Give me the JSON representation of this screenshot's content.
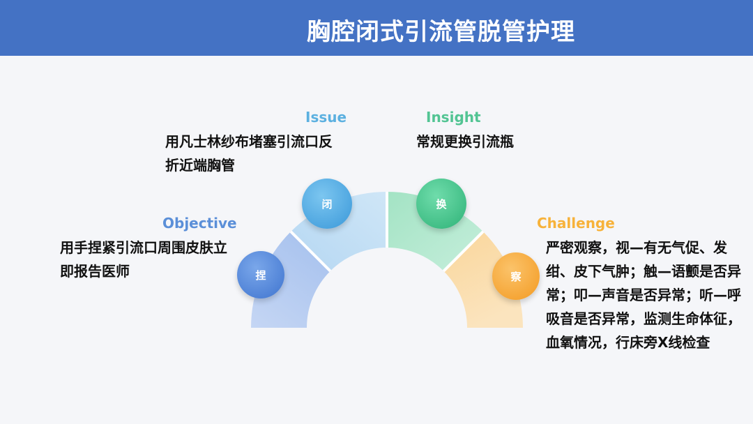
{
  "header": {
    "title": "胸腔闭式引流管脱管护理"
  },
  "segments": [
    {
      "id": "objective",
      "heading": "Objective",
      "heading_color": "#5b8fd8",
      "circle_char": "捏",
      "circle_color": "#4f85d6",
      "text": "用手捏紧引流口周围皮肤立即报告医师"
    },
    {
      "id": "issue",
      "heading": "Issue",
      "heading_color": "#5bb0e0",
      "circle_char": "闭",
      "circle_color": "#4aa7e0",
      "text": "用凡士林纱布堵塞引流口反折近端胸管"
    },
    {
      "id": "insight",
      "heading": "Insight",
      "heading_color": "#52c493",
      "circle_char": "换",
      "circle_color": "#3cc187",
      "text": "常规更换引流瓶"
    },
    {
      "id": "challenge",
      "heading": "Challenge",
      "heading_color": "#f7b23a",
      "circle_char": "察",
      "circle_color": "#f7a531",
      "text": "严密观察，视—有无气促、发绀、皮下气肿；触—语颤是否异常；叩—声音是否异常；听—呼吸音是否异常，监测生命体征，血氧情况，行床旁X线检查"
    }
  ]
}
